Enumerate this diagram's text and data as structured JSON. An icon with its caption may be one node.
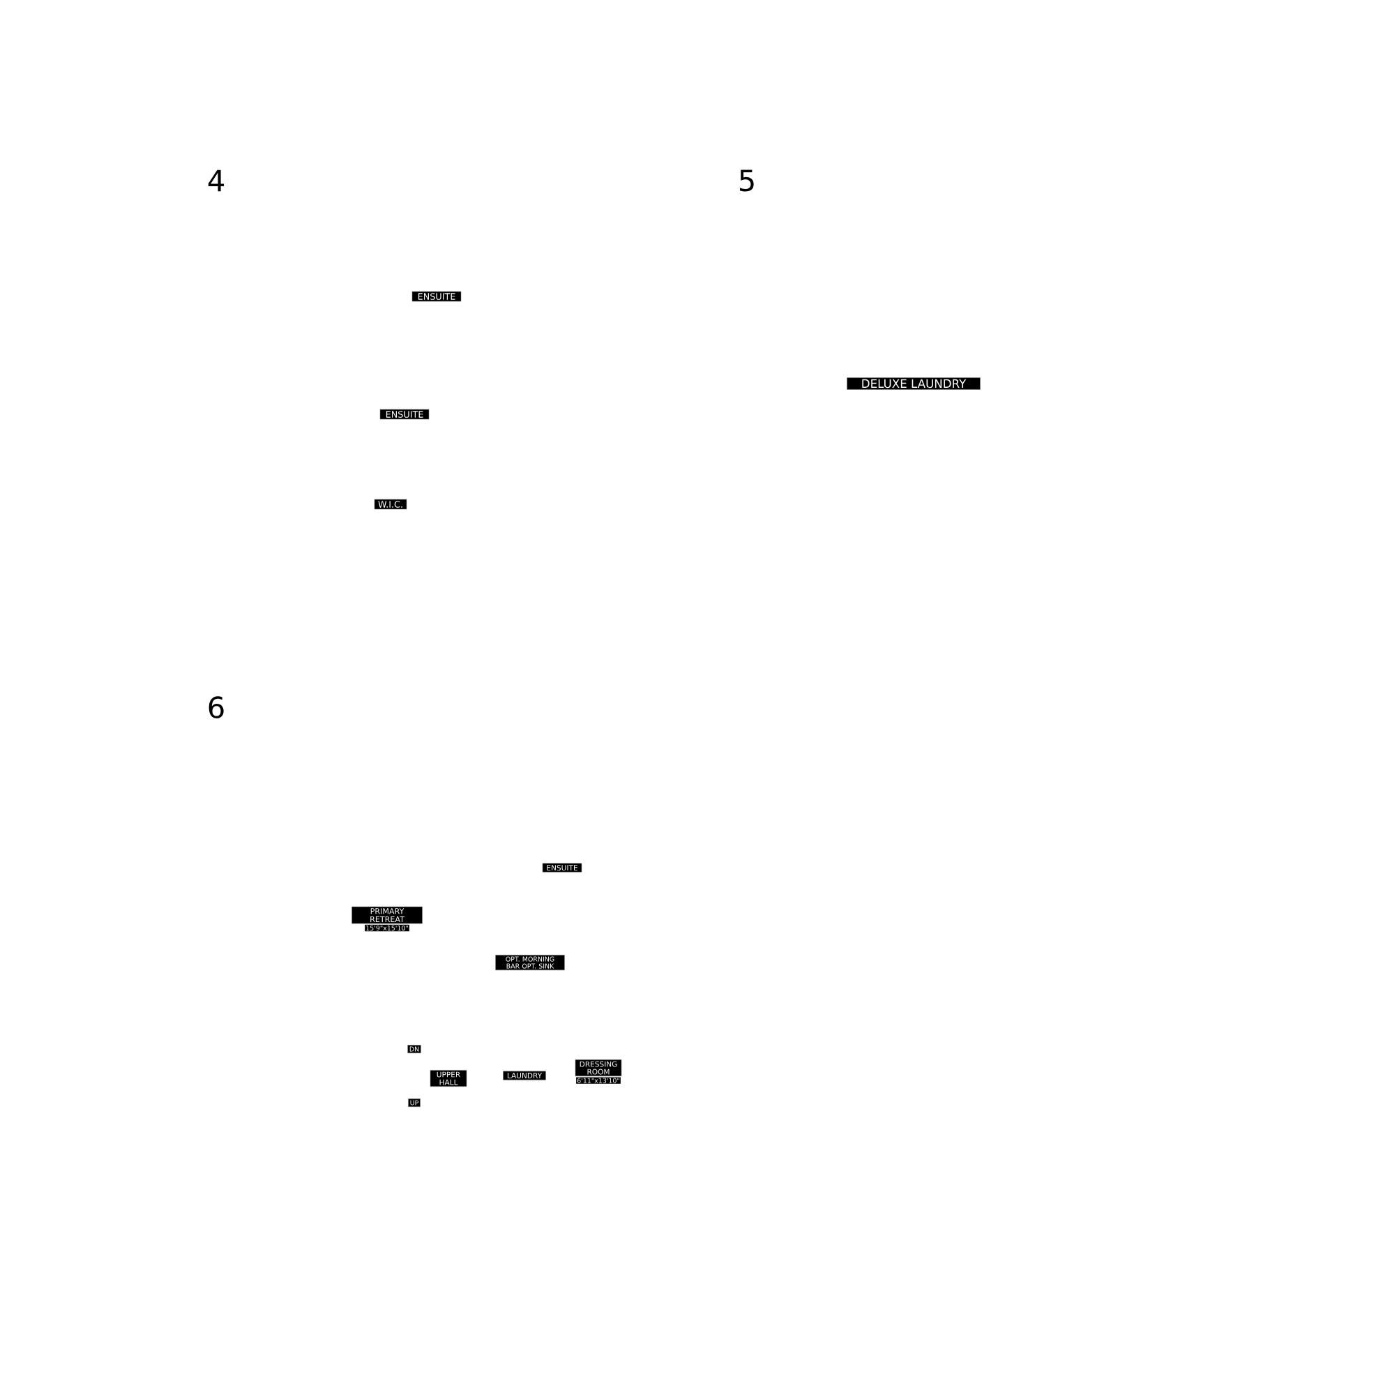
{
  "diagram": {
    "nodes": [
      {
        "text": [
          "ENSUITE"
        ]
      },
      {
        "text": [
          "DELUXE LAUNDRY"
        ]
      },
      {
        "text": [
          "ENSUITE"
        ]
      },
      {
        "text": [
          "W.I.C."
        ]
      },
      {
        "text": [
          "ENSUITE"
        ]
      },
      {
        "text": [
          "PRIMARY RETREAT"
        ],
        "beside": [
          "15'9\"x15'10\""
        ]
      },
      {
        "text": [
          "OPT. MORNING BAR OPT. SINK"
        ]
      },
      {
        "text": [
          "DN"
        ]
      },
      {
        "text": [
          "UPPER HALL"
        ]
      },
      {
        "text": [
          "LAUNDRY"
        ]
      },
      {
        "text": [
          "DRESSING ROOM"
        ],
        "beside": [
          "6'11\"x13'10\""
        ]
      },
      {
        "text": [
          "UP"
        ]
      }
    ],
    "labels": [
      "4",
      "5",
      "6"
    ]
  }
}
